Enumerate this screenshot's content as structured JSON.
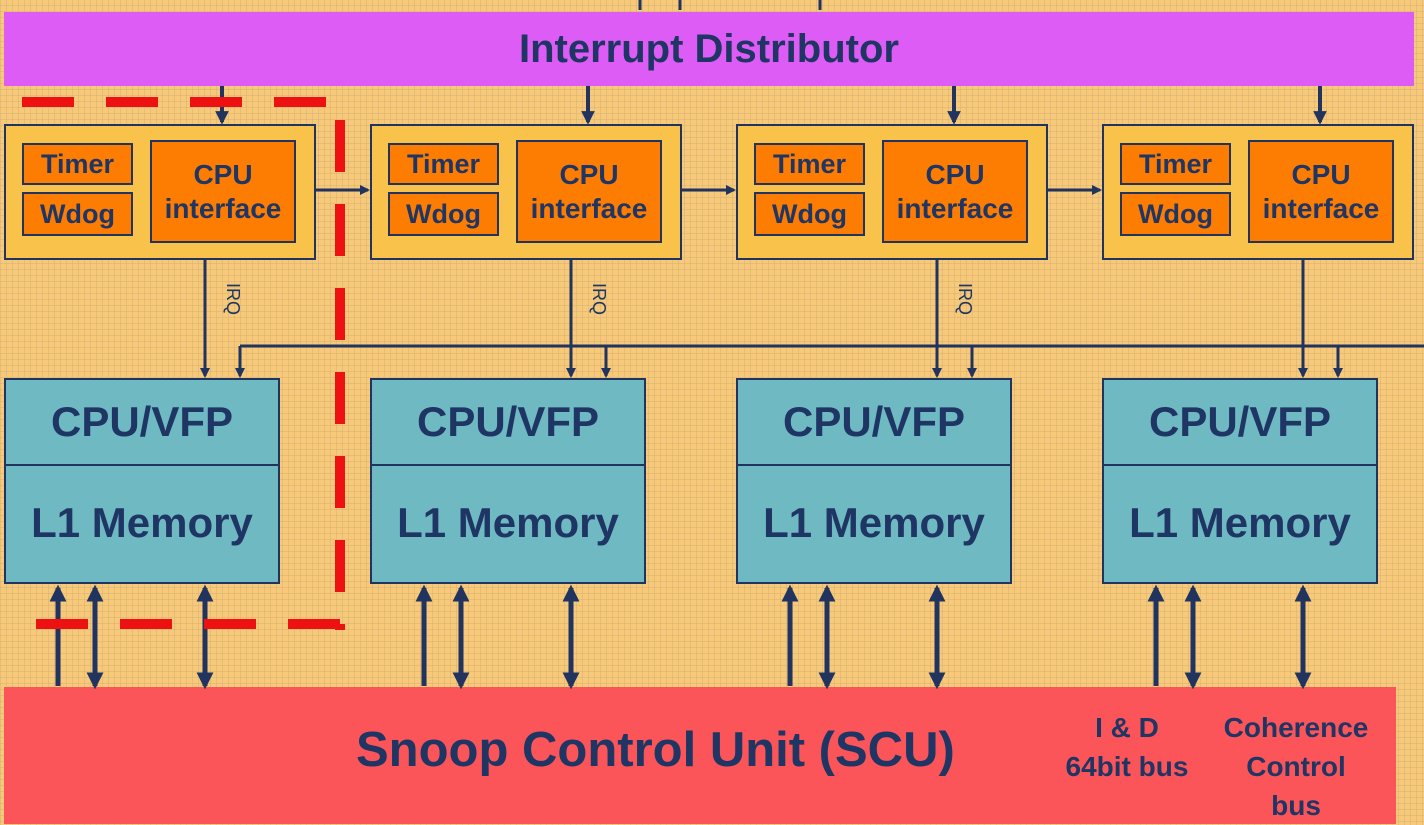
{
  "distributor": {
    "title": "Interrupt Distributor"
  },
  "cores": [
    {
      "timer": "Timer",
      "wdog": "Wdog",
      "cpu_if_line1": "CPU",
      "cpu_if_line2": "interface",
      "irq": "IRQ",
      "cpu": "CPU/VFP",
      "memory": "L1 Memory"
    },
    {
      "timer": "Timer",
      "wdog": "Wdog",
      "cpu_if_line1": "CPU",
      "cpu_if_line2": "interface",
      "irq": "IRQ",
      "cpu": "CPU/VFP",
      "memory": "L1 Memory"
    },
    {
      "timer": "Timer",
      "wdog": "Wdog",
      "cpu_if_line1": "CPU",
      "cpu_if_line2": "interface",
      "irq": "IRQ",
      "cpu": "CPU/VFP",
      "memory": "L1 Memory"
    },
    {
      "timer": "Timer",
      "wdog": "Wdog",
      "cpu_if_line1": "CPU",
      "cpu_if_line2": "interface",
      "irq": "",
      "cpu": "CPU/VFP",
      "memory": "L1 Memory"
    }
  ],
  "scu": {
    "title": "Snoop Control Unit (SCU)",
    "bus1_line1": "I & D",
    "bus1_line2": "64bit bus",
    "bus2_line1": "Coherence",
    "bus2_line2": "Control",
    "bus2_line3": "bus"
  },
  "colors": {
    "background": "#f7c978",
    "distributor": "#dd5cf6",
    "cpu_interface_block": "#f9c24a",
    "orange_box": "#fd7d02",
    "core": "#6eb9c2",
    "scu": "#fb555a",
    "text": "#1f3563",
    "dashed_boundary": "#ee1111"
  }
}
